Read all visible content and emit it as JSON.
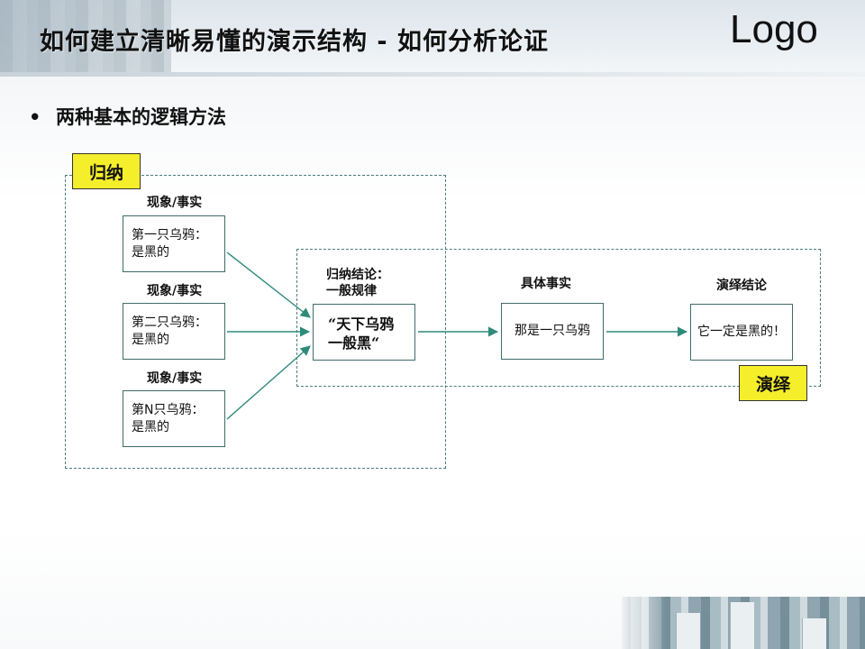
{
  "header": {
    "title": "如何建立清晰易懂的演示结构 - 如何分析论证",
    "logo": "Logo"
  },
  "bullet": {
    "marker": "•",
    "text": "两种基本的逻辑方法"
  },
  "induction": {
    "tag": "归纳",
    "facts": [
      {
        "caption": "现象/事实",
        "line1": "第一只乌鸦：",
        "line2": "是黑的"
      },
      {
        "caption": "现象/事实",
        "line1": "第二只乌鸦：",
        "line2": "是黑的"
      },
      {
        "caption": "现象/事实",
        "line1": "第N只乌鸦：",
        "line2": "是黑的"
      }
    ],
    "conclusion_caption_1": "归纳结论：",
    "conclusion_caption_2": "一般规律",
    "conclusion_line1": "“天下乌鸦",
    "conclusion_line2": "一般黑“"
  },
  "deduction": {
    "tag": "演绎",
    "fact_caption": "具体事实",
    "fact_text": "那是一只乌鸦",
    "result_caption": "演绎结论",
    "result_text": "它一定是黑的！"
  },
  "colors": {
    "tag_fill": "#f5ee2a",
    "line": "#3f6b6a",
    "arrow": "#2e8b7a"
  }
}
